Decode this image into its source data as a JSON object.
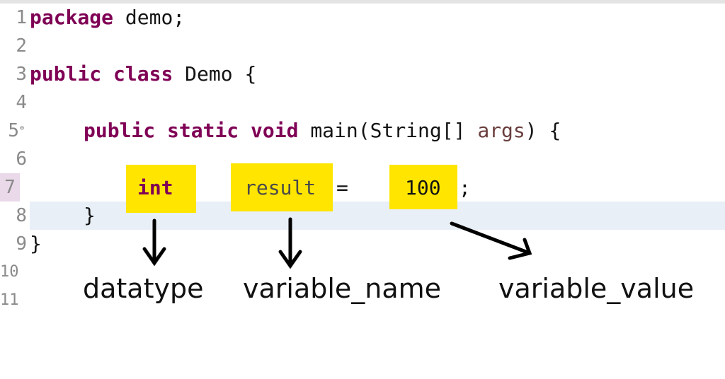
{
  "editor": {
    "language": "java",
    "current_line": 7,
    "lines": [
      {
        "number": "1",
        "tokens": [
          {
            "t": "package",
            "kw": true
          },
          {
            "t": " demo;"
          }
        ]
      },
      {
        "number": "2",
        "tokens": []
      },
      {
        "number": "3",
        "tokens": [
          {
            "t": "public",
            "kw": true
          },
          {
            "t": " "
          },
          {
            "t": "class",
            "kw": true
          },
          {
            "t": " Demo {"
          }
        ]
      },
      {
        "number": "4",
        "tokens": []
      },
      {
        "number": "5",
        "fold_icon": "collapse-icon",
        "tokens": [
          {
            "t": "public",
            "kw": true
          },
          {
            "t": " "
          },
          {
            "t": "static",
            "kw": true
          },
          {
            "t": " "
          },
          {
            "t": "void",
            "kw": true
          },
          {
            "t": " main(String[] "
          },
          {
            "t": "args",
            "param": true
          },
          {
            "t": ") {"
          }
        ]
      },
      {
        "number": "6",
        "tokens": []
      },
      {
        "number": "7",
        "tokens": []
      },
      {
        "number": "8",
        "tokens": [
          {
            "t": "}"
          }
        ]
      },
      {
        "number": "9",
        "tokens": [
          {
            "t": "}"
          }
        ]
      },
      {
        "number": "10",
        "tokens": []
      },
      {
        "number": "11",
        "tokens": []
      }
    ],
    "line5": {
      "kw1": "public",
      "kw2": "static",
      "kw3": "void",
      "rest": " main(String[] ",
      "param": "args",
      "end": ") {"
    },
    "line1": {
      "kw": "package",
      "rest": " demo;"
    },
    "line3": {
      "kw1": "public",
      "kw2": "class",
      "rest": " Demo {"
    },
    "line7": {
      "datatype": "int",
      "name": "result",
      "equals": "=",
      "value": "100",
      "semicolon": ";"
    },
    "line8": "}",
    "line9": "}"
  },
  "annotations": {
    "datatype_label": "datatype",
    "name_label": "variable_name",
    "value_label": "variable_value",
    "highlight_color": "#ffe500",
    "keyword_color": "#7f0055",
    "current_line_bg": "#e8eff7"
  }
}
